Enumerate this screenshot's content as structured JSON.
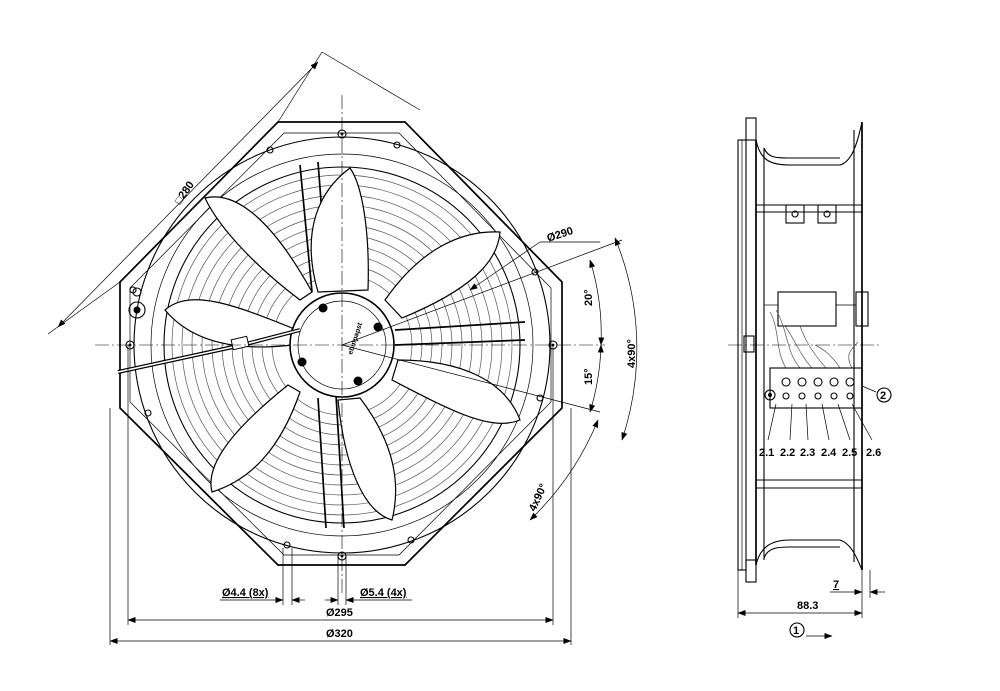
{
  "front_view": {
    "dim_diag_square": "□280",
    "dim_guard_dia": "Ø290",
    "dim_angle_20": "20°",
    "dim_angle_15": "15°",
    "dim_holes_4x90_right": "4x90°",
    "dim_holes_4x90_lower": "4x90°",
    "dim_hole_small": "Ø4.4 (8x)",
    "dim_hole_large": "Ø5.4 (4x)",
    "dim_pitch": "Ø295",
    "dim_outer": "Ø320",
    "hub_label": "ebmpapst"
  },
  "side_view": {
    "dim_flange": "7",
    "dim_depth": "88.3",
    "callout_airflow": "1",
    "callout_terminal_box": "2",
    "terminals": [
      "2.1",
      "2.2",
      "2.3",
      "2.4",
      "2.5",
      "2.6"
    ]
  }
}
